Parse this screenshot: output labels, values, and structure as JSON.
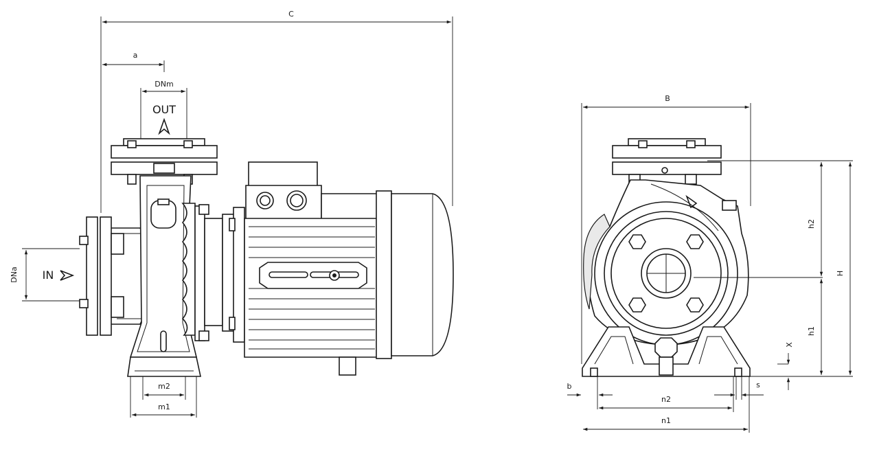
{
  "side_view": {
    "labels": {
      "C": "C",
      "a": "a",
      "DNm": "DNm",
      "DNa": "DNa",
      "m1": "m1",
      "m2": "m2"
    },
    "out_text": "OUT",
    "in_text": "IN"
  },
  "front_view": {
    "labels": {
      "B": "B",
      "H": "H",
      "h1": "h1",
      "h2": "h2",
      "n1": "n1",
      "n2": "n2",
      "b": "b",
      "s": "s",
      "X": "X"
    }
  },
  "colors": {
    "line": "#1a1a1a",
    "background": "#ffffff"
  }
}
